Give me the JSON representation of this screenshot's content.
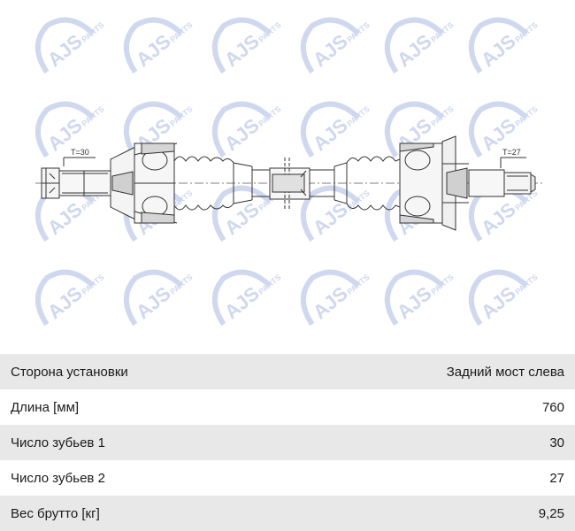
{
  "watermark": {
    "brand": "AJS",
    "suffix": "PARTS",
    "color": "#cbd4ee"
  },
  "drawing": {
    "left_tooth_label": "T=30",
    "right_tooth_label": "T=27"
  },
  "specs": [
    {
      "label": "Сторона установки",
      "value": "Задний мост слева"
    },
    {
      "label": "Длина [мм]",
      "value": "760"
    },
    {
      "label": "Число зубьев 1",
      "value": "30"
    },
    {
      "label": "Число зубьев 2",
      "value": "27"
    },
    {
      "label": "Вес брутто [кг]",
      "value": "9,25"
    }
  ]
}
